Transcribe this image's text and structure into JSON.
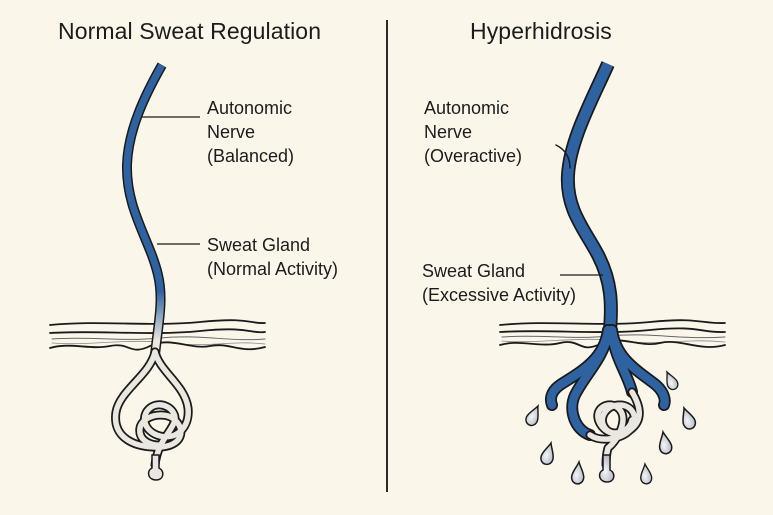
{
  "panels": {
    "left": {
      "title": "Normal Sweat Regulation",
      "nerve_label": [
        "Autonomic",
        "Nerve",
        "(Balanced)"
      ],
      "gland_label": [
        "Sweat Gland",
        "(Normal Activity)"
      ]
    },
    "right": {
      "title": "Hyperhidrosis",
      "nerve_label": [
        "Autonomic",
        "Nerve",
        "(Overactive)"
      ],
      "gland_label": [
        "Sweat Gland",
        "(Excessive Activity)"
      ],
      "droplet_count": 8
    }
  },
  "colors": {
    "background": "#fbf6ea",
    "nerve": "#2f62a0",
    "outline": "#1a1a1a",
    "gland": "#e9e7e0",
    "droplet": "#c9ced6"
  }
}
